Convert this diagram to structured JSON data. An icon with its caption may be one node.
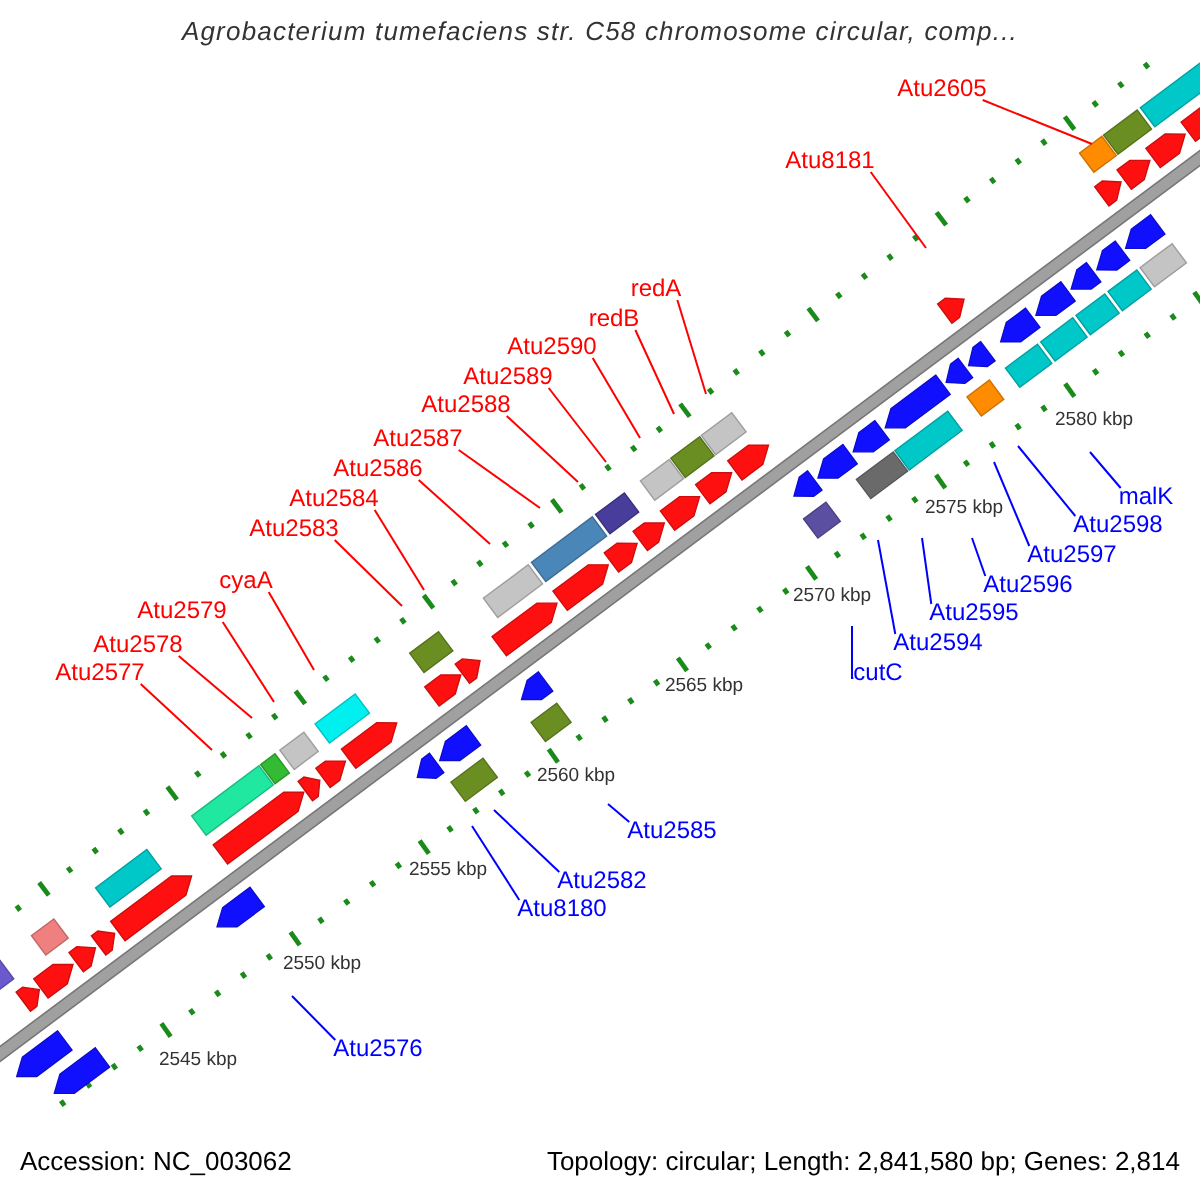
{
  "diagram": {
    "title": "Agrobacterium tumefaciens str. C58 chromosome circular, comp...",
    "nodes": [
      {
        "text": [
          "Atu2605"
        ]
      },
      {
        "text": [
          "Atu8181"
        ]
      },
      {
        "text": [
          "redA"
        ]
      },
      {
        "text": [
          "redB"
        ]
      },
      {
        "text": [
          "Atu2590"
        ]
      },
      {
        "text": [
          "Atu2589"
        ]
      },
      {
        "text": [
          "Atu2588"
        ]
      },
      {
        "text": [
          "Atu2587"
        ]
      },
      {
        "text": [
          "Atu2586"
        ]
      },
      {
        "text": [
          "Atu2584"
        ]
      },
      {
        "text": [
          "malK"
        ]
      },
      {
        "text": [
          "Atu2598"
        ]
      },
      {
        "text": [
          "Atu2583"
        ]
      },
      {
        "text": [
          "Atu2597"
        ]
      },
      {
        "text": [
          "cyaA"
        ]
      },
      {
        "text": [
          "Atu2596"
        ]
      },
      {
        "text": [
          "Atu2579"
        ]
      },
      {
        "text": [
          "Atu2595"
        ]
      },
      {
        "text": [
          "Atu2594"
        ]
      },
      {
        "text": [
          "Atu2578"
        ]
      },
      {
        "text": [
          "Atu2577"
        ]
      },
      {
        "text": [
          "cutC"
        ]
      },
      {
        "text": [
          "Atu2585"
        ]
      },
      {
        "text": [
          "Atu2582"
        ]
      },
      {
        "text": [
          "Atu8180"
        ]
      },
      {
        "text": [
          "Atu2576"
        ]
      }
    ],
    "edges": [
      {
        "from": 0,
        "to": null,
        "arrow": "none"
      },
      {
        "from": 1,
        "to": null,
        "arrow": "none"
      },
      {
        "from": 2,
        "to": null,
        "arrow": "none"
      },
      {
        "from": 3,
        "to": null,
        "arrow": "none"
      },
      {
        "from": 4,
        "to": null,
        "arrow": "none"
      },
      {
        "from": 5,
        "to": null,
        "arrow": "none"
      },
      {
        "from": 6,
        "to": null,
        "arrow": "none"
      },
      {
        "from": 7,
        "to": null,
        "arrow": "none"
      },
      {
        "from": 8,
        "to": null,
        "arrow": "none"
      },
      {
        "from": 9,
        "to": null,
        "arrow": "none"
      },
      {
        "from": 10,
        "to": null,
        "arrow": "none",
        "color": "#0000ff"
      },
      {
        "from": 11,
        "to": null,
        "arrow": "none",
        "color": "#0000ff"
      },
      {
        "from": 12,
        "to": null,
        "arrow": "none"
      },
      {
        "from": 13,
        "to": null,
        "arrow": "none",
        "color": "#0000ff"
      },
      {
        "from": 14,
        "to": null,
        "arrow": "none"
      },
      {
        "from": 15,
        "to": null,
        "arrow": "none",
        "color": "#0000ff"
      },
      {
        "from": 16,
        "to": null,
        "arrow": "none"
      },
      {
        "from": 17,
        "to": null,
        "arrow": "none",
        "color": "#0000ff"
      },
      {
        "from": 18,
        "to": null,
        "arrow": "none",
        "color": "#0000ff"
      },
      {
        "from": 19,
        "to": null,
        "arrow": "none"
      },
      {
        "from": 20,
        "to": null,
        "arrow": "none"
      },
      {
        "from": 21,
        "to": null,
        "arrow": "none",
        "color": "#0000ff"
      },
      {
        "from": 22,
        "to": null,
        "arrow": "none",
        "color": "#0000ff"
      },
      {
        "from": 23,
        "to": null,
        "arrow": "none",
        "color": "#0000ff"
      },
      {
        "from": 24,
        "to": null,
        "arrow": "none",
        "color": "#0000ff"
      },
      {
        "from": 25,
        "to": null,
        "arrow": "none",
        "color": "#0000ff"
      }
    ],
    "labels": [
      "2580 kbp",
      "2575 kbp",
      "2570 kbp",
      "2565 kbp",
      "2560 kbp",
      "2555 kbp",
      "2550 kbp",
      "2545 kbp",
      "Accession: NC_003062",
      "Topology: circular; Length: 2,841,580 bp; Genes: 2,814"
    ]
  }
}
